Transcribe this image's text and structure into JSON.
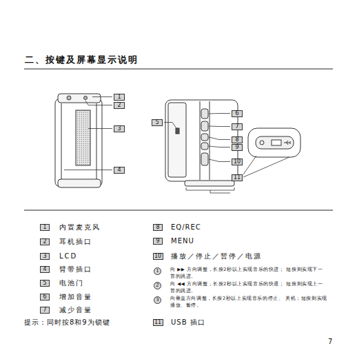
{
  "diagram": {
    "title": "二、按键及屏幕显示说明",
    "nodes": [
      {
        "text": [
          "1"
        ]
      },
      {
        "text": [
          "2"
        ]
      },
      {
        "text": [
          "3"
        ]
      },
      {
        "text": [
          "4"
        ]
      },
      {
        "text": [
          "5"
        ]
      },
      {
        "text": [
          "6"
        ]
      },
      {
        "text": [
          "7"
        ]
      },
      {
        "text": [
          "8"
        ]
      },
      {
        "text": [
          "9"
        ]
      },
      {
        "text": [
          "10"
        ]
      },
      {
        "text": [
          "11"
        ]
      },
      {
        "text": [
          "1"
        ]
      },
      {
        "text": [
          "2"
        ]
      },
      {
        "text": [
          "3"
        ]
      },
      {
        "text": [
          "4"
        ]
      },
      {
        "text": [
          "5"
        ]
      },
      {
        "text": [
          "6"
        ]
      },
      {
        "text": [
          "7"
        ]
      },
      {
        "text": [
          "8"
        ]
      },
      {
        "text": [
          "9"
        ]
      },
      {
        "text": [
          "10"
        ]
      },
      {
        "text": [
          "1"
        ]
      },
      {
        "text": [
          "2"
        ]
      },
      {
        "text": [
          "3"
        ]
      },
      {
        "text": [
          "11"
        ]
      }
    ],
    "labels": [
      "内置麦克风",
      "耳机插口",
      "LCD",
      "臂带插口",
      "电池门",
      "增加音量",
      "减少音量",
      "提示：同时按8和9为锁键",
      "EQ/REC",
      "MENU",
      "播放／停止／暂停／电源",
      "向 ▶▶ 方向调整，长按2秒以上实现音乐的快进； 短按则实现下一首的跳进。",
      "向 ◀◀ 方向调整，长按2秒以上实现音乐的快退； 短按则实现上一首的跳进。",
      "向垂直方向调整，长按2秒以上实现音乐的停止、 关机；短按则实现播放、暂停。",
      "USB 插口",
      "7"
    ]
  }
}
